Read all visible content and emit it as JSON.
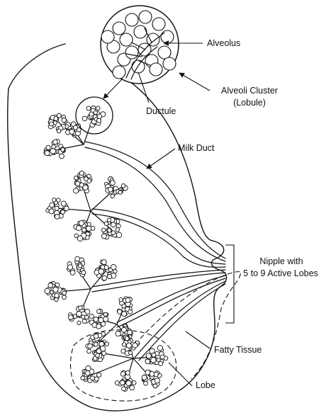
{
  "labels": {
    "alveolus": "Alveolus",
    "alveoli_cluster_line1": "Alveoli Cluster",
    "alveoli_cluster_line2": "(Lobule)",
    "ductule": "Ductule",
    "milk_duct": "Milk Duct",
    "nipple_line1": "Nipple with",
    "nipple_line2": "5 to 9 Active Lobes",
    "fatty_tissue": "Fatty Tissue",
    "lobe": "Lobe"
  }
}
